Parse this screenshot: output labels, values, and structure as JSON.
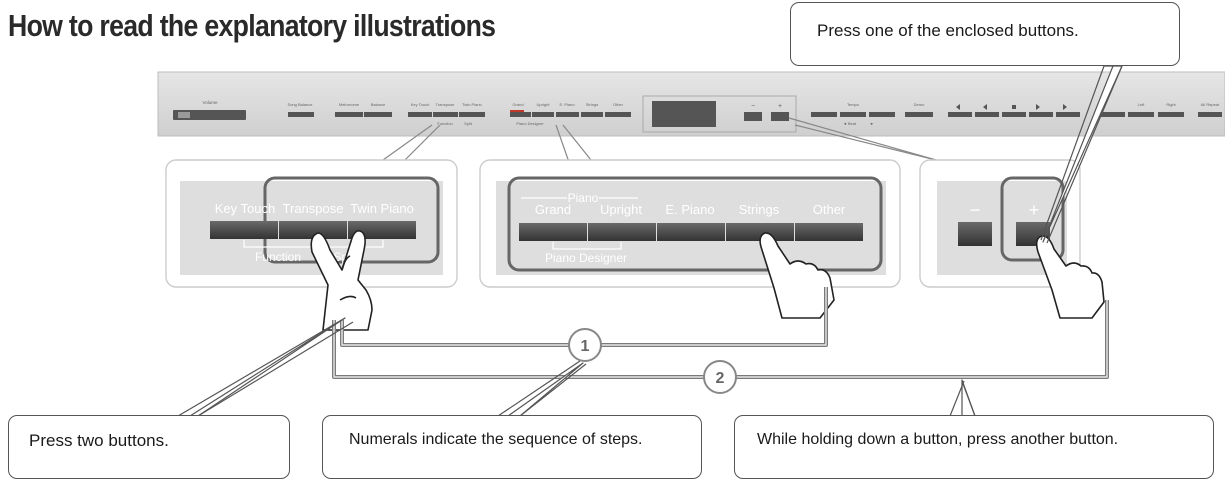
{
  "heading": "How to read the explanatory illustrations",
  "callouts": {
    "enclosed": "Press one of the enclosed buttons.",
    "two_buttons": "Press two buttons.",
    "sequence": "Numerals indicate the sequence of steps.",
    "hold": "While holding down a button, press another button."
  },
  "panel": {
    "volume_label": "Volume",
    "song_balance": "Song Balance",
    "metronome": "Metronome",
    "balance": "Balance",
    "key_touch": "Key Touch",
    "transpose": "Transpose",
    "twin_piano": "Twin Piano",
    "function": "Function",
    "split": "Split",
    "grand": "Grand",
    "upright": "Upright",
    "e_piano": "E. Piano",
    "strings": "Strings",
    "other": "Other",
    "piano_designer": "Piano Designer",
    "minus": "−",
    "plus": "+",
    "tempo": "Tempo",
    "beat": "Beat",
    "demo": "Demo",
    "prev_mark": "◄",
    "next_mark": "►",
    "left": "Left",
    "right": "Right",
    "all_repeat": "All Repeat"
  },
  "zoom_left": {
    "key_touch": "Key Touch",
    "transpose": "Transpose",
    "twin_piano": "Twin Piano",
    "function": "Function",
    "split": "Split"
  },
  "zoom_middle": {
    "piano": "Piano",
    "grand": "Grand",
    "upright": "Upright",
    "e_piano": "E. Piano",
    "strings": "Strings",
    "other": "Other",
    "piano_designer": "Piano Designer"
  },
  "zoom_right": {
    "minus": "−",
    "plus": "+"
  },
  "steps": [
    "1",
    "2"
  ],
  "colors": {
    "panel": "#d8d8d8",
    "zoom_bg": "#e0e0e0",
    "button": "#4a4a4a",
    "group_frame": "#6c6c6c",
    "connector": "#777777",
    "accent_red": "#c0392b"
  }
}
